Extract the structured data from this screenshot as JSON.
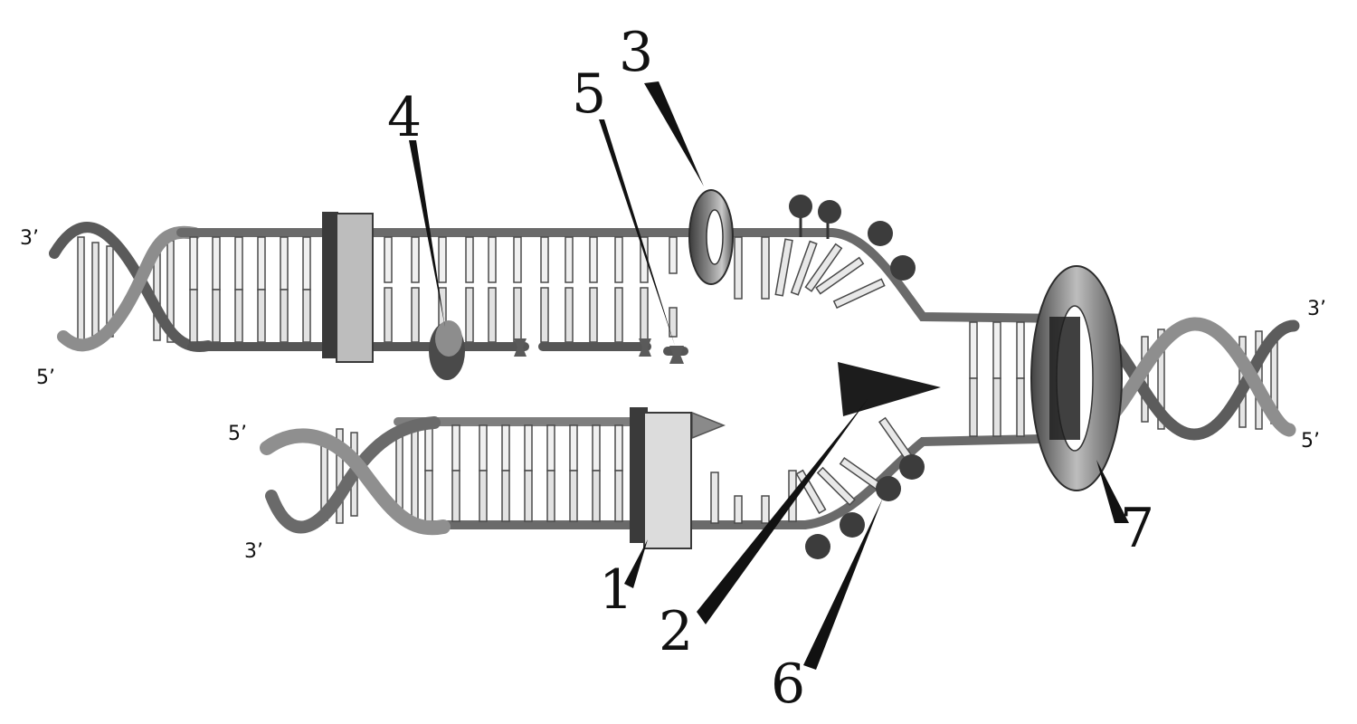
{
  "strand_ends": {
    "top_left_upper": "3’",
    "top_left_lower": "5’",
    "right_upper": "3’",
    "right_lower": "5’",
    "bottom_left_upper": "5’",
    "bottom_left_lower": "3’"
  },
  "callouts": [
    "1",
    "2",
    "3",
    "4",
    "5",
    "6",
    "7"
  ],
  "colors": {
    "backbone_dark": "#5a5a5a",
    "backbone_light": "#9a9a9a",
    "rung_fill": "#ececec",
    "protein_dark": "#3a3a3a",
    "protein_light": "#c8c8c8",
    "pointer": "#111111"
  }
}
